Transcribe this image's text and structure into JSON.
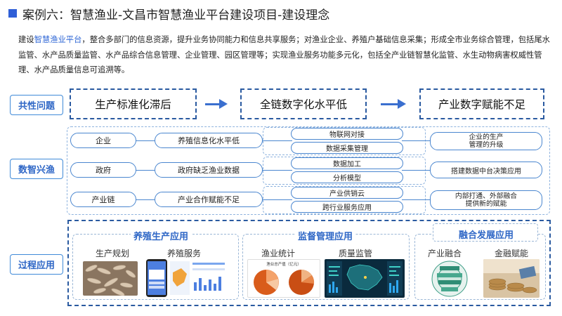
{
  "header": {
    "title": "案例六：智慧渔业-文昌市智慧渔业平台建设项目-建设理念"
  },
  "intro": {
    "prefix": "建设",
    "highlight": "智慧渔业平台",
    "rest": "，整合多部门的信息资源，提升业务协同能力和信息共享服务；对渔业企业、养殖户基础信息采集；形成全市业务综合管理，包括尾水监管、水产品质量监管、水产品综合信息管理、企业管理、园区管理等；实现渔业服务功能多元化，包括全产业链智慧化监管、水生动物病害权威性管理、水产品质量信息可追溯等。"
  },
  "categories": {
    "common": "共性问题",
    "digital": "数智兴渔",
    "process": "过程应用"
  },
  "common_problems": [
    "生产标准化滞后",
    "全链数字化水平低",
    "产业数字赋能不足"
  ],
  "rows": [
    {
      "entity": "企业",
      "problem": "养殖信息化水平低",
      "mid": [
        "物联网对接",
        "数据采集管理"
      ],
      "result": "企业的生产\n管理的升级"
    },
    {
      "entity": "政府",
      "problem": "政府缺乏渔业数据",
      "mid": [
        "数据加工",
        "分析模型"
      ],
      "result": "搭建数据中台决策应用"
    },
    {
      "entity": "产业链",
      "problem": "产业合作赋能不足",
      "mid": [
        "产业供销云",
        "跨行业服务应用"
      ],
      "result": "内部打通、外部融合\n提供新的赋能"
    }
  ],
  "panels": [
    {
      "title": "养殖生产应用",
      "items": [
        "生产规划",
        "养殖服务"
      ]
    },
    {
      "title": "监督管理应用",
      "items": [
        "渔业统计",
        "质量监管"
      ]
    },
    {
      "title": "融合发展应用",
      "items": [
        "产业融合",
        "金融赋能"
      ]
    }
  ],
  "image_text": {
    "stats_title": "渔业总产值（亿元）"
  },
  "colors": {
    "accent": "#2f5fd7",
    "border_dark": "#2a5aa0",
    "category_text": "#2f67c6",
    "arrow": "#3a6fcf",
    "highlight_text": "#2f67d6"
  }
}
